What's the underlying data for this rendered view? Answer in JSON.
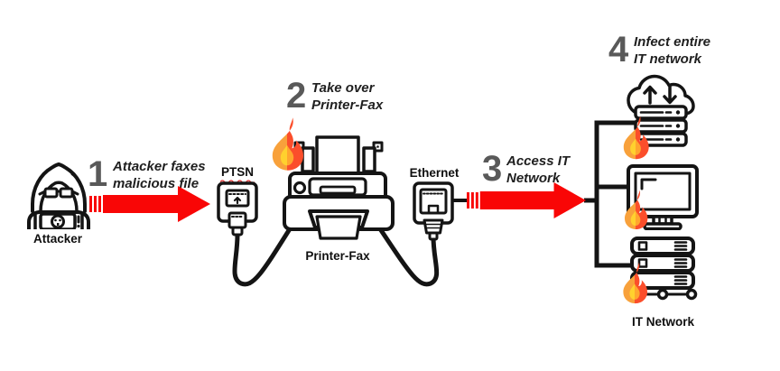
{
  "steps": [
    {
      "number": "1",
      "text": "Attacker faxes malicious file"
    },
    {
      "number": "2",
      "text": "Take over Printer-Fax"
    },
    {
      "number": "3",
      "text": "Access IT Network"
    },
    {
      "number": "4",
      "text": "Infect entire IT network"
    }
  ],
  "labels": {
    "attacker": "Attacker",
    "ptsn": "PTSN",
    "printer_fax": "Printer-Fax",
    "ethernet": "Ethernet",
    "it_network": "IT Network"
  },
  "icons": {
    "attacker": "hooded-hacker-with-laptop",
    "fire": "flame-emoji",
    "ptsn_jack": "phone-wall-jack-with-plug",
    "printer": "printer-fax-front",
    "ethernet_jack": "ethernet-wall-jack-with-plug",
    "cloud_server": "cloud-up-down-arrows-over-server",
    "monitor": "desktop-monitor",
    "server_rack": "server-rack-with-network-nodes",
    "arrow": "thick-red-right-arrow-with-speed-stripes"
  },
  "colors": {
    "arrow_red": "#F90606",
    "step_number_gray": "#595959",
    "text_black": "#1F1F1F",
    "icon_stroke": "#141414",
    "flame_orange": "#F8A13B",
    "flame_red": "#FB4E2B",
    "flame_yellow": "#FFD12E",
    "flame_amber": "#FFA62E",
    "spellcheck_red": "#E03030"
  }
}
